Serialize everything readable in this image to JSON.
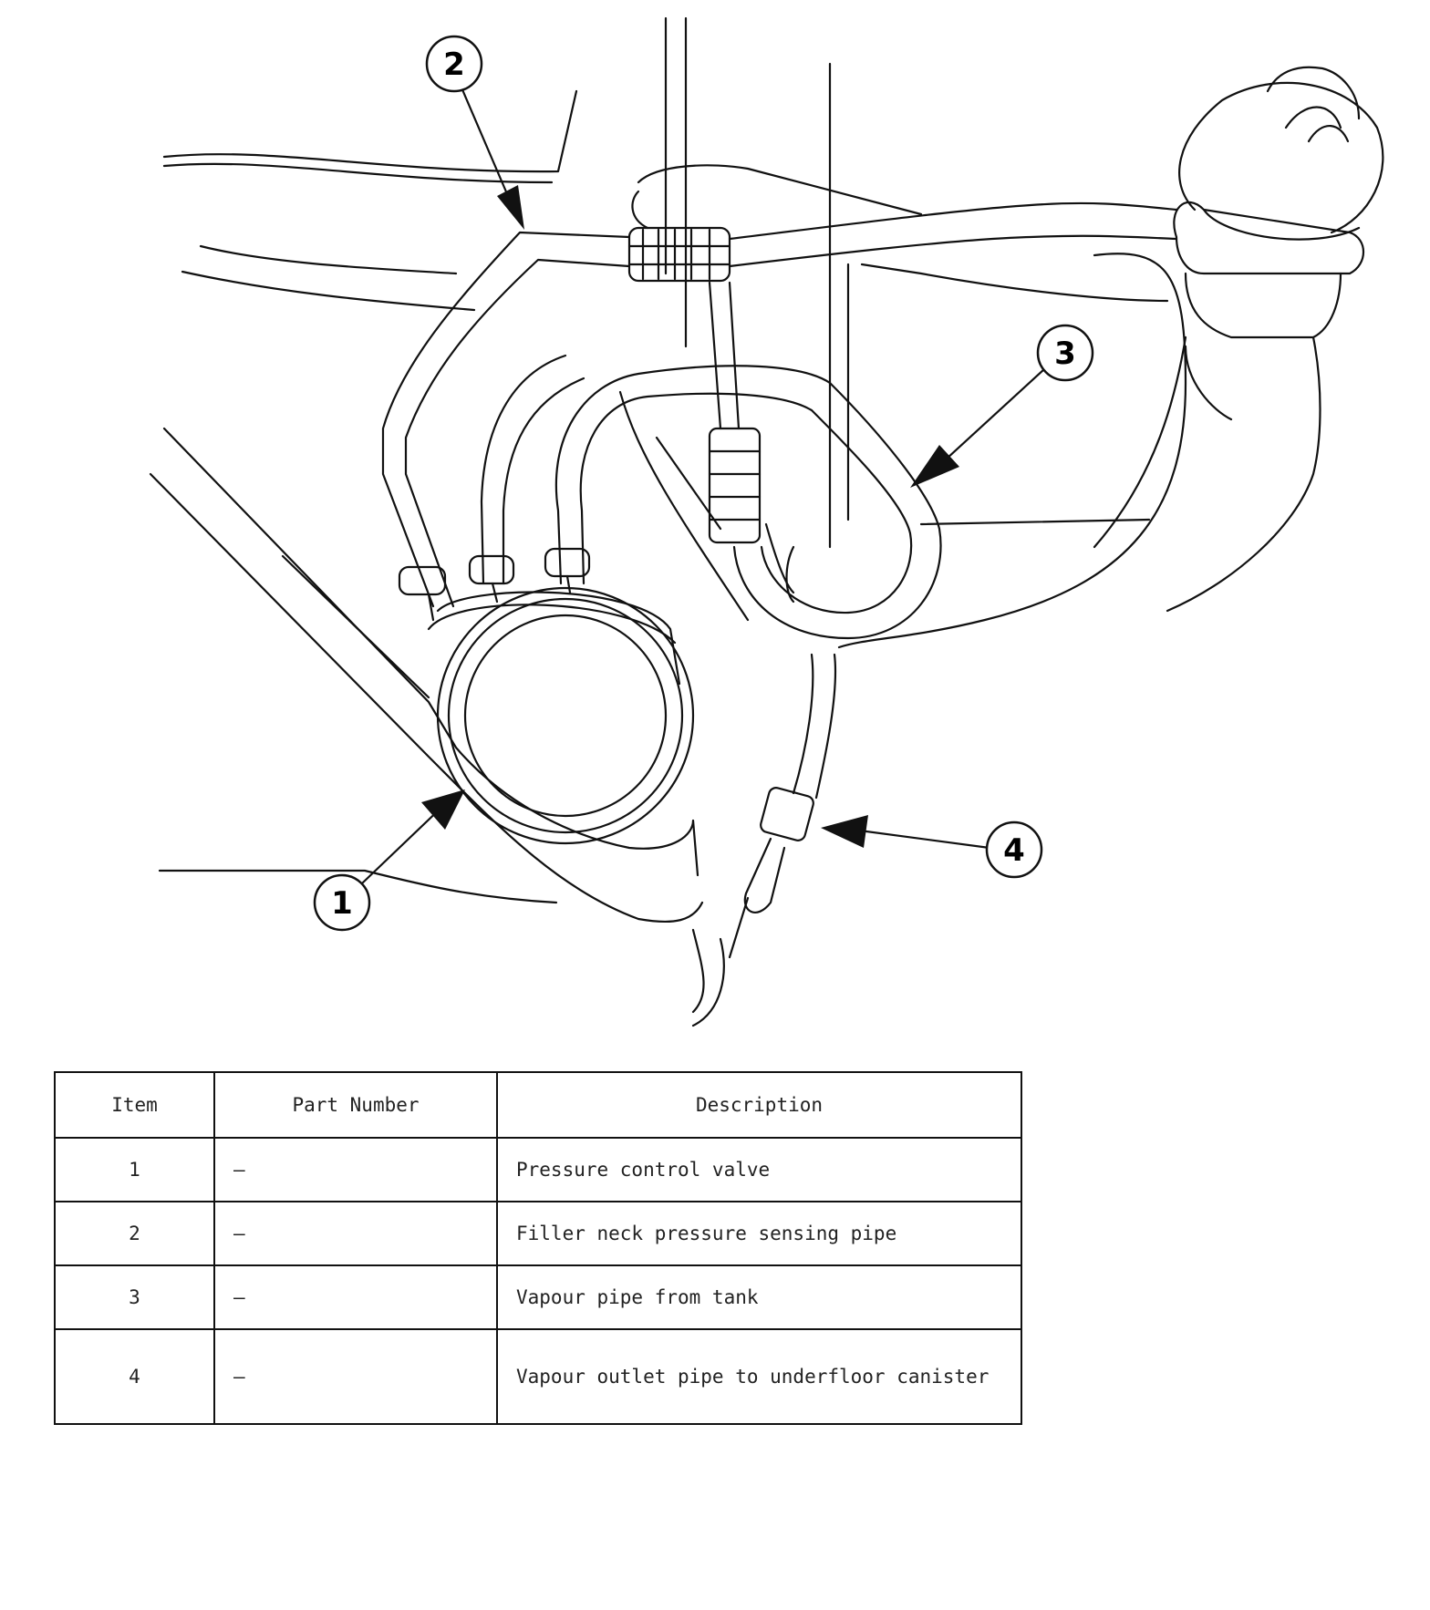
{
  "diagram": {
    "callouts": [
      {
        "id": "callout-1",
        "label": "1"
      },
      {
        "id": "callout-2",
        "label": "2"
      },
      {
        "id": "callout-3",
        "label": "3"
      },
      {
        "id": "callout-4",
        "label": "4"
      }
    ]
  },
  "table": {
    "headers": {
      "item": "Item",
      "part_number": "Part Number",
      "description": "Description"
    },
    "rows": [
      {
        "item": "1",
        "part_number": "—",
        "description": "Pressure control valve"
      },
      {
        "item": "2",
        "part_number": "—",
        "description": "Filler neck pressure sensing pipe"
      },
      {
        "item": "3",
        "part_number": "—",
        "description": "Vapour pipe from tank"
      },
      {
        "item": "4",
        "part_number": "—",
        "description": "Vapour outlet pipe to underfloor canister"
      }
    ]
  }
}
